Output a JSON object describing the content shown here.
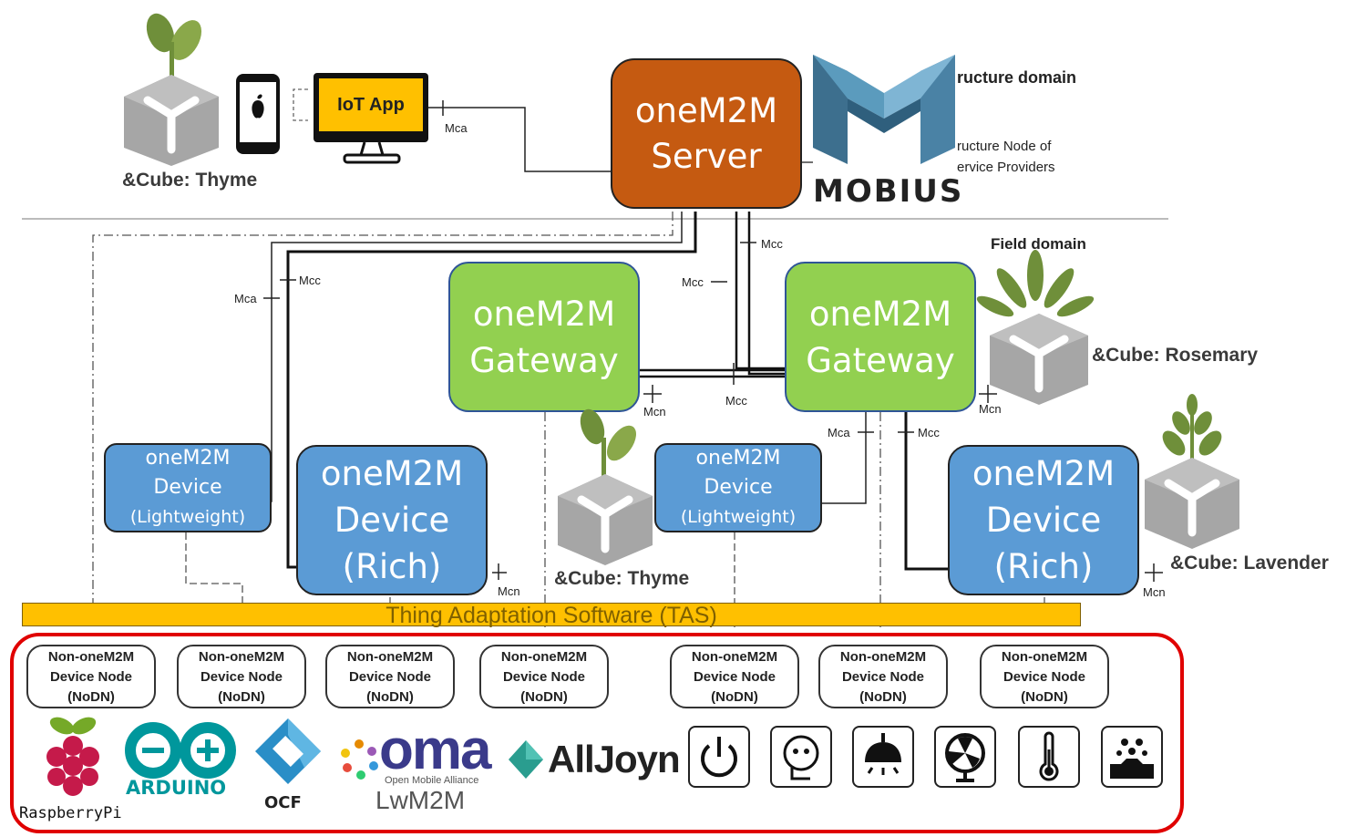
{
  "server": {
    "line1": "oneM2M",
    "line2": "Server"
  },
  "gateway_left": {
    "line1": "oneM2M",
    "line2": "Gateway"
  },
  "gateway_right": {
    "line1": "oneM2M",
    "line2": "Gateway"
  },
  "device_light_left": {
    "line1": "oneM2M",
    "line2": "Device",
    "line3": "(Lightweight)"
  },
  "device_rich_left": {
    "line1": "oneM2M",
    "line2": "Device",
    "line3": "(Rich)"
  },
  "device_light_mid": {
    "line1": "oneM2M",
    "line2": "Device",
    "line3": "(Lightweight)"
  },
  "device_rich_right": {
    "line1": "oneM2M",
    "line2": "Device",
    "line3": "(Rich)"
  },
  "iot_app": "IoT App",
  "mobius_logo": "MOBIUS",
  "infra_domain": "ructure domain",
  "infra_node_1": "ructure Node of",
  "infra_node_2": "ervice Providers",
  "field_domain": "Field domain",
  "cubes": {
    "thyme_top": "&Cube: Thyme",
    "rosemary": "&Cube: Rosemary",
    "thyme_mid": "&Cube: Thyme",
    "lavender": "&Cube: Lavender"
  },
  "ref_points": {
    "mca": "Mca",
    "mcc": "Mcc",
    "mcn": "Mcn"
  },
  "tas": "Thing Adaptation Software (TAS)",
  "nodn": {
    "line1": "Non-oneM2M",
    "line2": "Device Node",
    "line3": "(NoDN)"
  },
  "logos": {
    "raspberry": "RaspberryPi",
    "arduino": "ARDUINO",
    "ocf": "OCF",
    "oma": "oma",
    "oma_sub": "Open Mobile Alliance",
    "lwm2m": "LwM2M",
    "alljoyn": "AllJoyn"
  },
  "colors": {
    "server": "#c55a11",
    "gateway": "#92d050",
    "device": "#5b9bd5",
    "tas": "#ffc000",
    "frame": "#e00000"
  },
  "device_icons": [
    "power-icon",
    "plug-icon",
    "lamp-icon",
    "fan-icon",
    "thermometer-icon",
    "sprinkler-icon"
  ]
}
